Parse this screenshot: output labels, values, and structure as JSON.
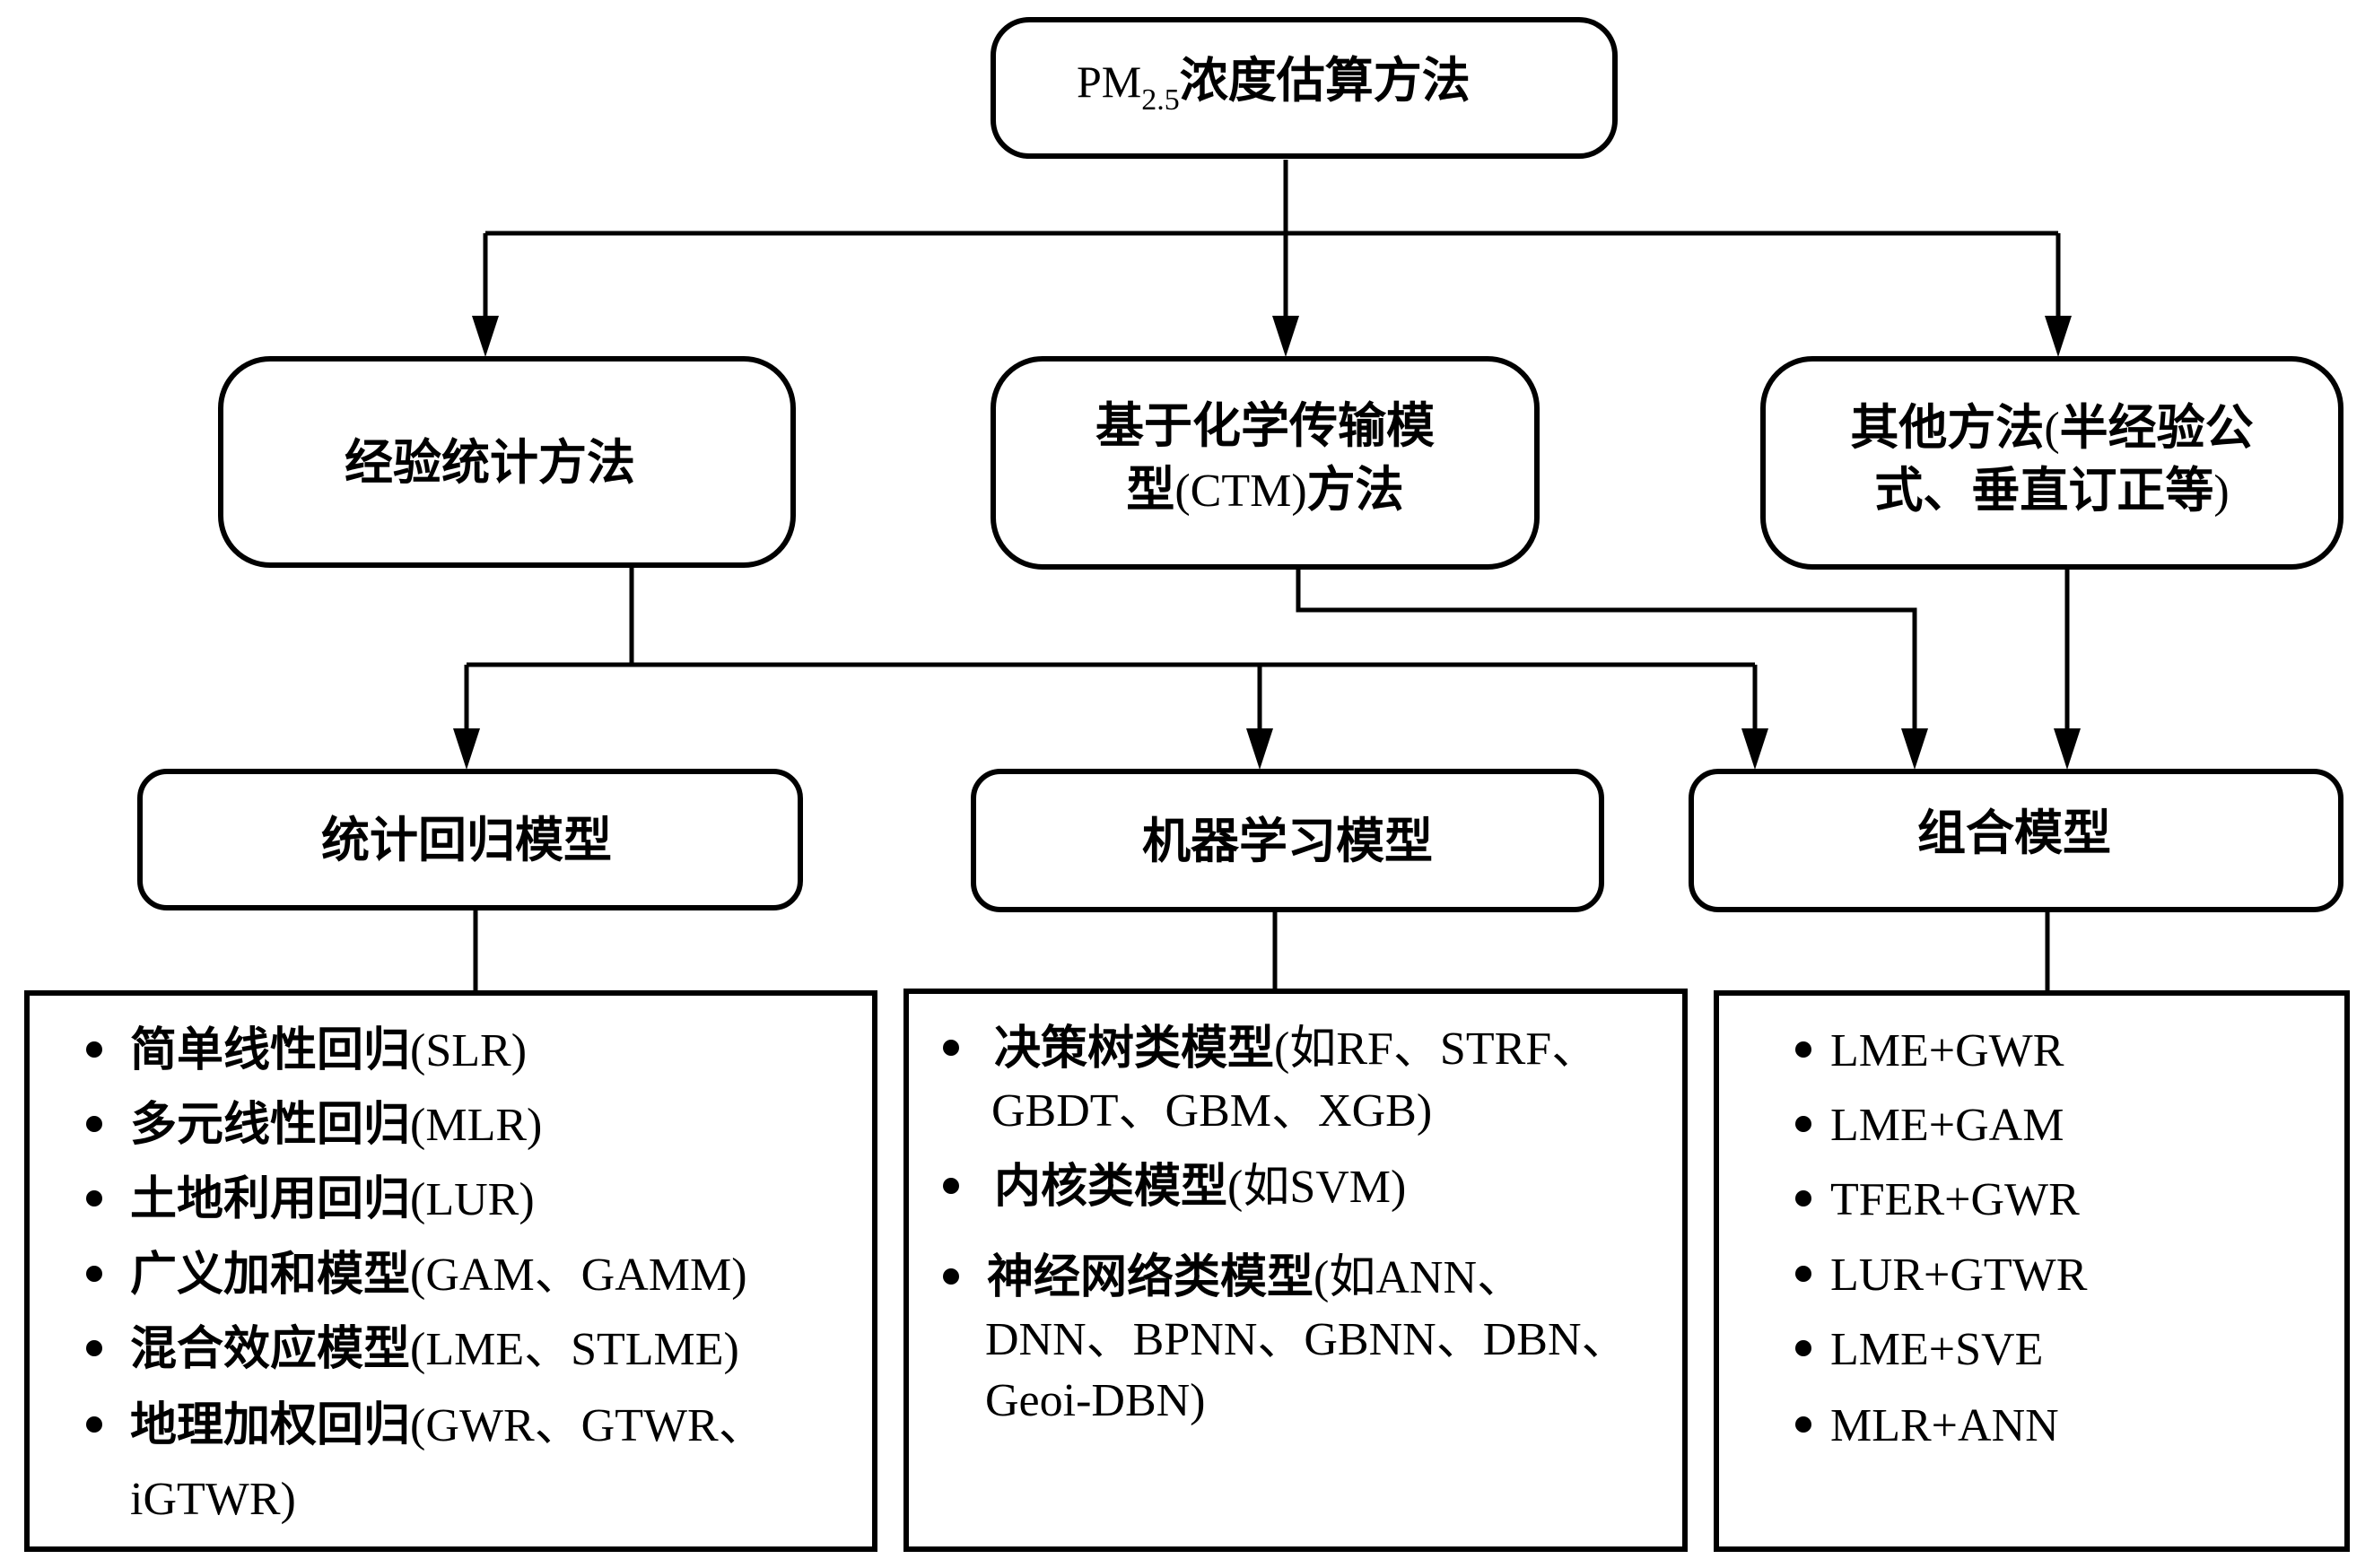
{
  "root": {
    "prefix": "PM",
    "subscript": "2.5",
    "suffix": "浓度估算方法"
  },
  "categories": {
    "empirical": "经验统计方法",
    "ctm": {
      "line1": "基于化学传输模",
      "line2_cn": "型",
      "line2_latin": "(CTM)",
      "line2_cn2": "方法"
    },
    "other": {
      "line1_cn": "其他方法",
      "line1_latin": "(",
      "line1_cn2": "半经验公",
      "line2_cn": "式、垂直订正等",
      "line2_latin": ")"
    }
  },
  "models": {
    "regression": "统计回归模型",
    "ml": "机器学习模型",
    "combined": "组合模型"
  },
  "regression_items": [
    {
      "cn": "简单线性回归",
      "latin": "(SLR)"
    },
    {
      "cn": "多元线性回归",
      "latin": "(MLR)"
    },
    {
      "cn": "土地利用回归",
      "latin": "(LUR)"
    },
    {
      "cn": "广义加和模型",
      "latin": "(GAM、GAMM)"
    },
    {
      "cn": "混合效应模型",
      "latin": "(LME、STLME)"
    },
    {
      "cn": "地理加权回归",
      "latin": "(GWR、GTWR、",
      "cont": "iGTWR)"
    }
  ],
  "ml_items": [
    {
      "cn": "决策树类模型",
      "latin": "(如RF、STRF、",
      "cont": "GBDT、GBM、XGB)"
    },
    {
      "cn": "内核类模型",
      "latin": "(如SVM)"
    },
    {
      "cn": "神经网络类模型",
      "latin": "(如ANN、",
      "cont": "DNN、BPNN、GBNN、DBN、",
      "cont2": "Geoi-DBN)"
    }
  ],
  "combined_items": [
    "LME+GWR",
    "LME+GAM",
    "TFER+GWR",
    "LUR+GTWR",
    "LME+SVE",
    "MLR+ANN"
  ]
}
